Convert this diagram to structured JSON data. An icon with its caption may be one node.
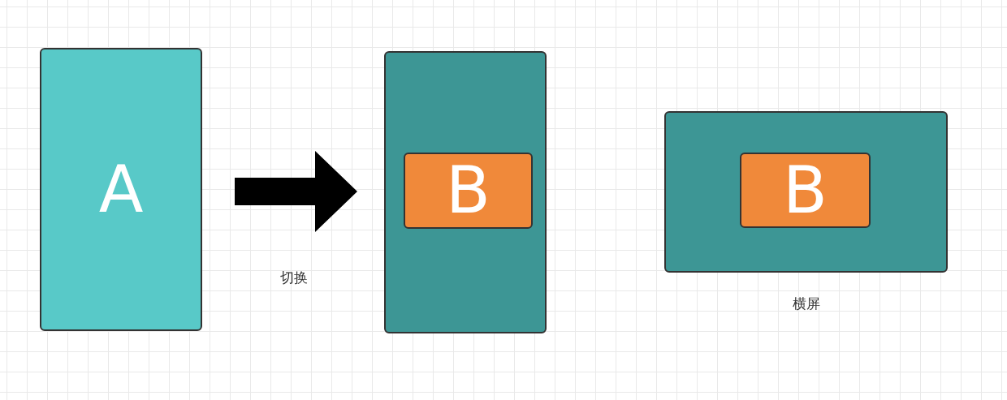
{
  "diagram": {
    "nodes": [
      {
        "text": [
          "A"
        ]
      },
      {
        "text": [],
        "shape": "box"
      },
      {
        "text": [
          "B"
        ],
        "in": 1
      },
      {
        "text": [],
        "shape": "box",
        "beside": [
          "横屏"
        ]
      },
      {
        "text": [
          "B"
        ],
        "in": 3
      }
    ],
    "edges": [
      {
        "from": 0,
        "to": 1,
        "arrow": "to"
      }
    ],
    "labels": [
      "切换"
    ]
  }
}
